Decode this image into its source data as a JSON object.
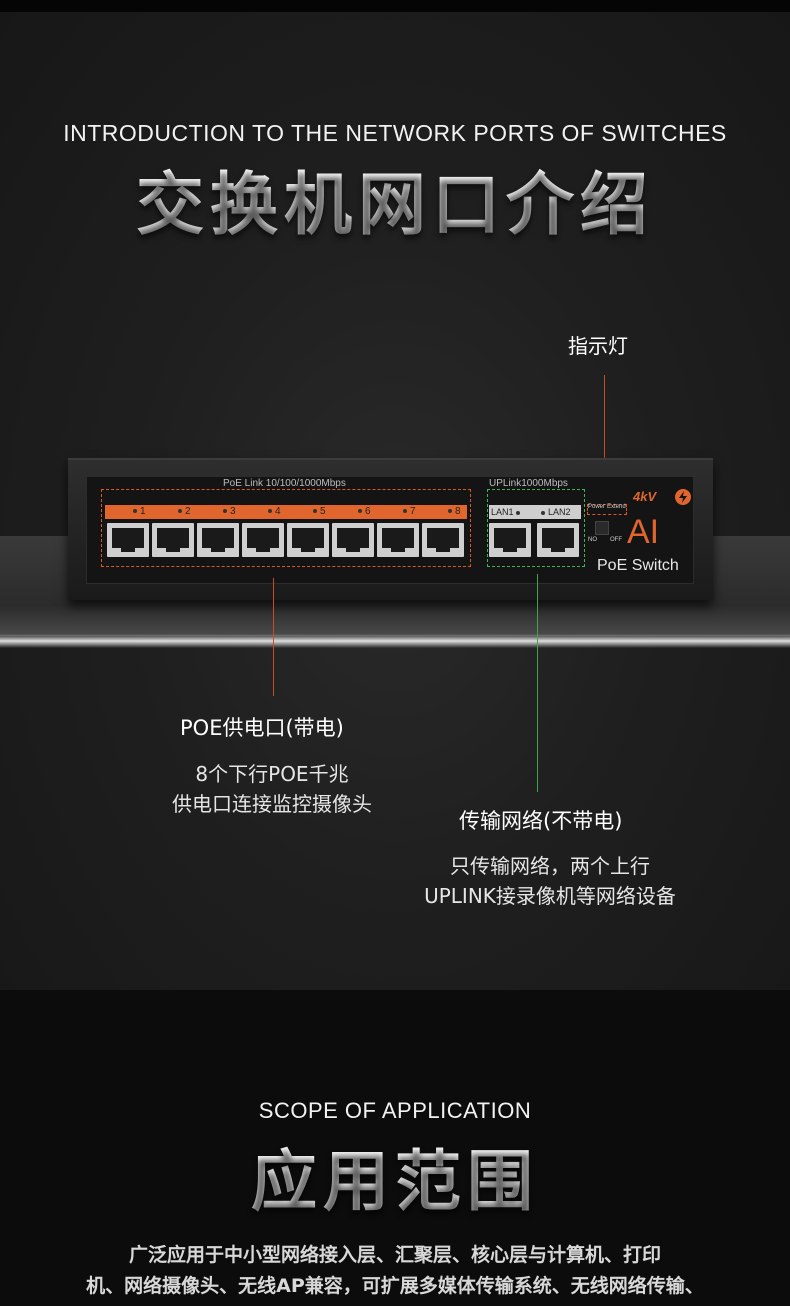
{
  "section_intro": {
    "en_title": "INTRODUCTION TO THE NETWORK PORTS OF SWITCHES",
    "zh_title": "交换机网口介绍"
  },
  "callouts": {
    "indicator": {
      "title": "指示灯",
      "color": "#d9582a"
    },
    "poe": {
      "title": "POE供电口(带电)",
      "desc_line1": "8个下行POE千兆",
      "desc_line2": "供电口连接监控摄像头",
      "color": "#d9582a"
    },
    "uplink": {
      "title": "传输网络(不带电)",
      "desc_line1": "只传输网络，两个上行",
      "desc_line2": "UPLINK接录像机等网络设备",
      "color": "#3fb54f"
    }
  },
  "device": {
    "poe_group_label": "PoE Link 10/100/1000Mbps",
    "uplink_group_label": "UPLink1000Mbps",
    "poe_ports": [
      "1",
      "2",
      "3",
      "4",
      "5",
      "6",
      "7",
      "8"
    ],
    "uplink_ports": [
      "LAN1",
      "LAN2"
    ],
    "power_label": "Power",
    "extend_label": "Extend",
    "switch_on": "NO",
    "switch_off": "OFF",
    "brand_rating": "4kV",
    "brand_ai": "AI",
    "brand_name": "PoE Switch",
    "accent_color": "#e0662e"
  },
  "section_scope": {
    "en_title": "SCOPE OF APPLICATION",
    "zh_title": "应用范围",
    "text_line1": "广泛应用于中小型网络接入层、汇聚层、核心层与计算机、打印",
    "text_line2": "机、网络摄像头、无线AP兼容，可扩展多媒体传输系统、无线网络传输、"
  }
}
